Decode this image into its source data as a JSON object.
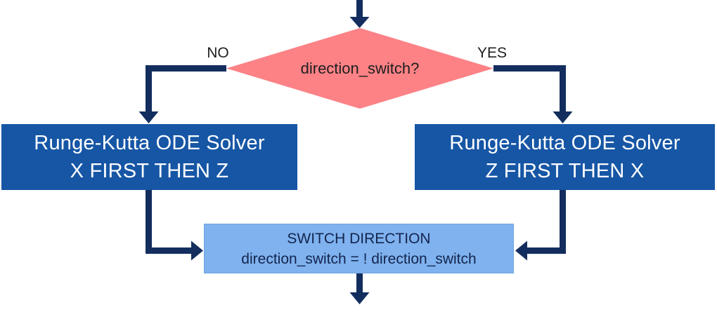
{
  "diagram": {
    "decision": {
      "label": "direction_switch?"
    },
    "branches": {
      "no": "NO",
      "yes": "YES"
    },
    "solver_left": {
      "line1": "Runge-Kutta ODE Solver",
      "line2": "X FIRST THEN Z"
    },
    "solver_right": {
      "line1": "Runge-Kutta ODE Solver",
      "line2": "Z FIRST THEN X"
    },
    "switch": {
      "line1": "SWITCH DIRECTION",
      "line2": "direction_switch = ! direction_switch"
    },
    "colors": {
      "arrow_navy": "#132E5E",
      "solver_box_blue": "#1656A5",
      "decision_pink": "#FC8286",
      "switch_box_blue": "#7FB2EE",
      "solver_text": "#FFFFFF",
      "switch_text": "#14254E",
      "label_text": "#1F1F1F"
    }
  }
}
